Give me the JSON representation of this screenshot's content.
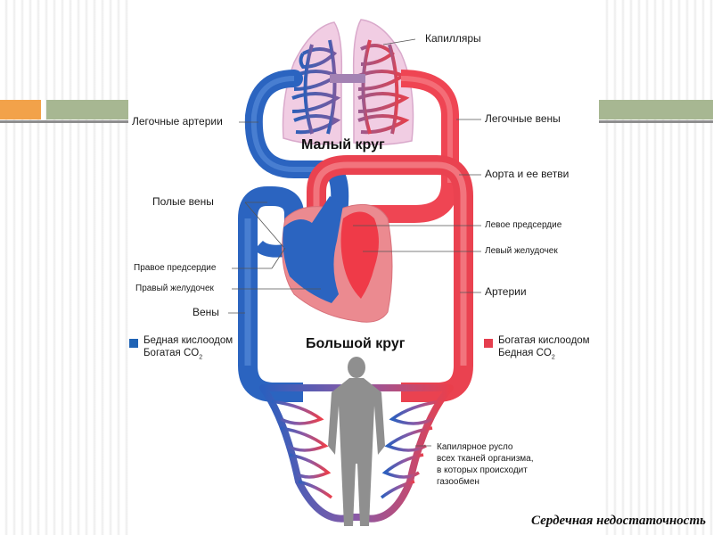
{
  "slide": {
    "footer_title": "Сердечная недостаточность",
    "colors": {
      "accent_orange": "#f2a24a",
      "accent_green": "#a7b792",
      "venous_blue": "#2f6bc4",
      "arterial_red": "#ea4250",
      "lung_pink": "#f1cde3"
    }
  },
  "diagram": {
    "circuits": {
      "small": "Малый круг",
      "large": "Большой круг"
    },
    "labels": {
      "capillaries": "Капилляры",
      "pulmonary_arteries": "Легочные артерии",
      "pulmonary_veins": "Легочные вены",
      "aorta": "Аорта и ее ветви",
      "vena_cava": "Полые вены",
      "left_atrium": "Левое предсердие",
      "right_atrium": "Правое предсердие",
      "left_ventricle": "Левый желудочек",
      "right_ventricle": "Правый желудочек",
      "arteries": "Артерии",
      "veins": "Вены"
    },
    "legend": [
      {
        "color": "#1f63b5",
        "line1": "Бедная кислоодом",
        "line2_prefix": "Богатая CO",
        "line2_sub": "2",
        "icon": "blue-square"
      },
      {
        "color": "#e53e4e",
        "line1": "Богатая кислоодом",
        "line2_prefix": "Бедная CO",
        "line2_sub": "2",
        "icon": "red-square"
      }
    ],
    "capillary_note": [
      "Капилярное русло",
      "всех тканей организма,",
      "в которых происходит",
      "газообмен"
    ]
  }
}
